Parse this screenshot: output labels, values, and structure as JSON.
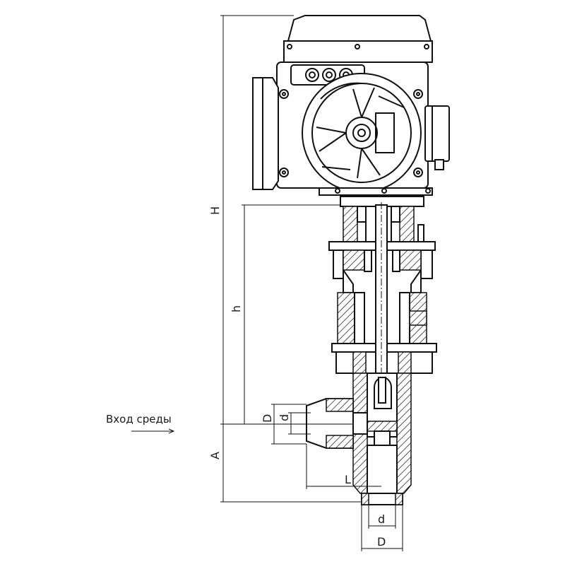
{
  "labels": {
    "H": "H",
    "h": "h",
    "A": "A",
    "L": "L",
    "D_inlet": "D",
    "d_inlet": "d",
    "d_outlet": "d",
    "D_outlet": "D",
    "inlet_caption": "Вход среды"
  },
  "colors": {
    "line": "#111111",
    "background": "#ffffff"
  }
}
